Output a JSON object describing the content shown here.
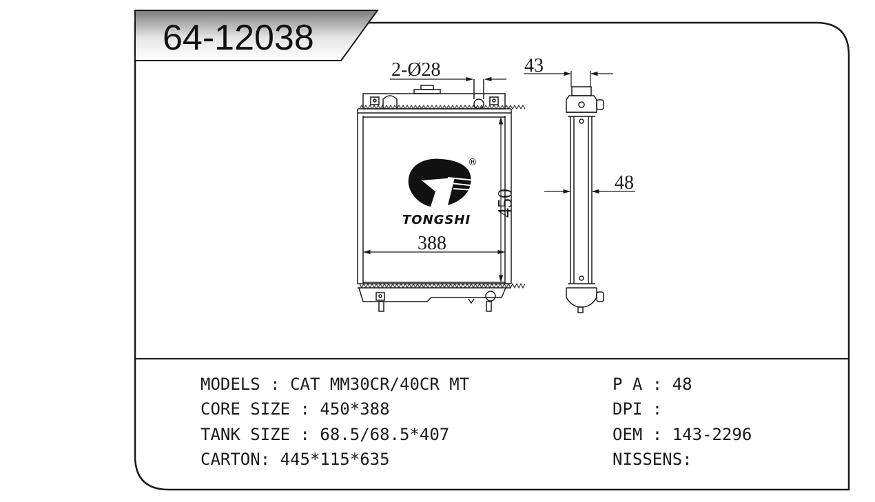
{
  "part_number": "64-12038",
  "dimensions": {
    "inlet_outlet": "2-Ø28",
    "tank_depth": "43",
    "core_height": "450",
    "core_width": "388",
    "core_thickness": "48"
  },
  "logo": {
    "brand": "TONGSHI",
    "registered_mark": "®"
  },
  "specs_left": [
    {
      "label": "MODELS",
      "sep": " : ",
      "value": "CAT MM30CR/40CR MT"
    },
    {
      "label": "CORE SIZE",
      "sep": " : ",
      "value": "450*388"
    },
    {
      "label": "TANK SIZE",
      "sep": " : ",
      "value": "68.5/68.5*407"
    },
    {
      "label": "CARTON",
      "sep": ": ",
      "value": "445*115*635"
    }
  ],
  "specs_right": [
    {
      "label": "P A",
      "sep": " : ",
      "value": "48"
    },
    {
      "label": "DPI",
      "sep": " : ",
      "value": ""
    },
    {
      "label": "OEM",
      "sep": " : ",
      "value": "143-2296"
    },
    {
      "label": "NISSENS",
      "sep": ":",
      "value": ""
    }
  ],
  "colors": {
    "line": "#1a1a1a",
    "banner_dark": "#8a8a8a",
    "banner_light": "#f4f4f4"
  }
}
